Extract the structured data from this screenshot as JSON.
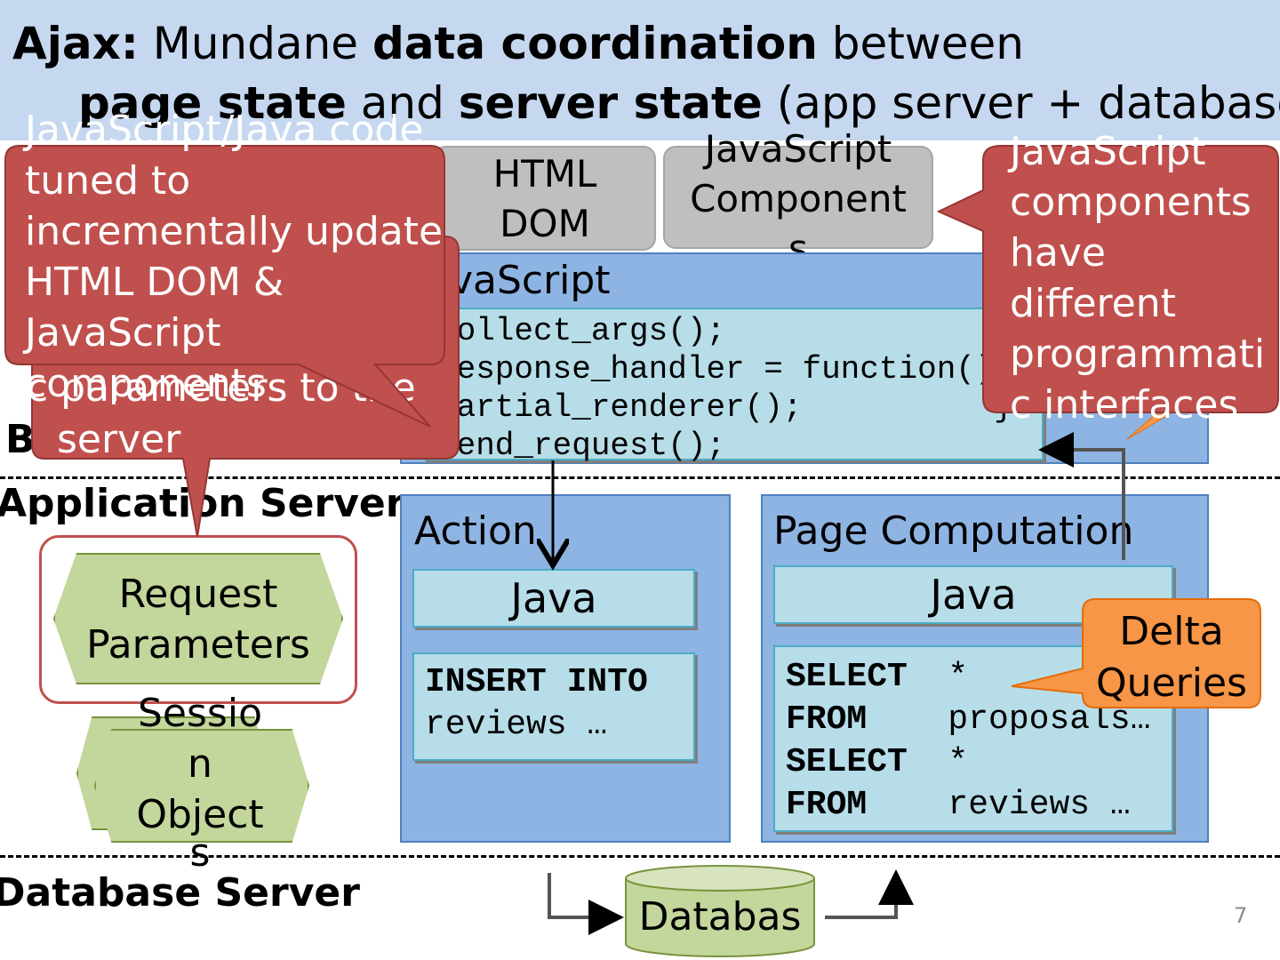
{
  "title": {
    "line1": [
      {
        "text": "Ajax:",
        "bold": true
      },
      {
        "text": " Mundane ",
        "bold": false
      },
      {
        "text": "data coordination",
        "bold": true
      },
      {
        "text": " between",
        "bold": false
      }
    ],
    "line2": [
      {
        "text": "page state",
        "bold": true
      },
      {
        "text": " and ",
        "bold": false
      },
      {
        "text": "server state",
        "bold": true
      },
      {
        "text": " (app server + database)",
        "bold": false
      }
    ]
  },
  "tiers": {
    "browser": "Br",
    "app_server": "Application Server",
    "database_server": "Database Server"
  },
  "browser": {
    "html_dom": [
      "HTML",
      "DOM"
    ],
    "js_components": [
      "JavaScript",
      "Component",
      "s"
    ],
    "javascript_panel_title": "JavaScript",
    "code": [
      "collect_args();",
      "response_handler = function(){",
      "  partial_renderer();",
      "send_request();",
      "}"
    ]
  },
  "app_server": {
    "request_parameters": [
      "Request",
      "Parameters"
    ],
    "session_objects_back": "Sessio",
    "session_objects": [
      "Sessio",
      "n",
      "Object",
      "s"
    ],
    "action": {
      "title": "Action",
      "java": "Java",
      "sql": [
        {
          "keyword": "INSERT INTO",
          "rest": ""
        },
        {
          "keyword": "",
          "rest": "reviews …"
        }
      ]
    },
    "page_computation": {
      "title": "Page Computation",
      "java": "Java",
      "sql": [
        {
          "keyword": "SELECT",
          "rest": "  *"
        },
        {
          "keyword": "FROM",
          "rest": "    proposals…"
        },
        {
          "keyword": "SELECT",
          "rest": "  *"
        },
        {
          "keyword": "FROM",
          "rest": "    reviews …"
        }
      ]
    }
  },
  "database": {
    "label": "Databas"
  },
  "callouts": {
    "js_java_code": [
      "JavaScript/Java code",
      "tuned to",
      "incrementally update",
      "HTML DOM &",
      "JavaScript",
      "components"
    ],
    "behind_text": [
      "c parameters to the",
      "server"
    ],
    "js_components_interfaces": [
      "JavaScript",
      "components",
      "have",
      "different",
      "programmati",
      "c interfaces"
    ],
    "delta_queries": [
      "Delta",
      "Queries"
    ]
  },
  "page_number": "7",
  "colors": {
    "title_band": "#c6d8f0",
    "callout_red": "#c0504d",
    "callout_orange": "#f79646",
    "panel_blue": "#8eb4e3",
    "light_blue": "#b7dde8",
    "hex_green": "#c3d69b",
    "gray_box": "#bfbfbf"
  }
}
